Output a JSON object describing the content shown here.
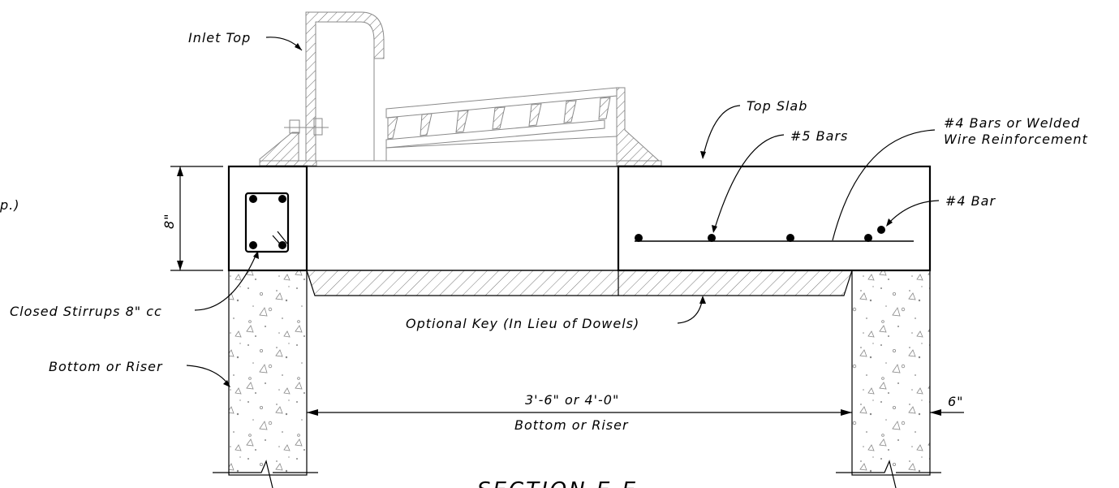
{
  "labels": {
    "inlet_top": "Inlet Top",
    "top_slab": "Top Slab",
    "bars5": "#5 Bars",
    "bars4_line1": "#4 Bars or Welded",
    "bars4_line2": "Wire Reinforcement",
    "bar4": "#4 Bar",
    "cut_left": "p.)",
    "dim_8": "8\"",
    "stirrups": "Closed Stirrups 8\" cc",
    "optional_key": "Optional Key (In Lieu of Dowels)",
    "bottom_riser_left": "Bottom or Riser",
    "dim_span": "3'-6\" or 4'-0\"",
    "dim_span_sub": "Bottom or Riser",
    "dim_6": "6\"",
    "section_title": "SECTION E-E"
  }
}
